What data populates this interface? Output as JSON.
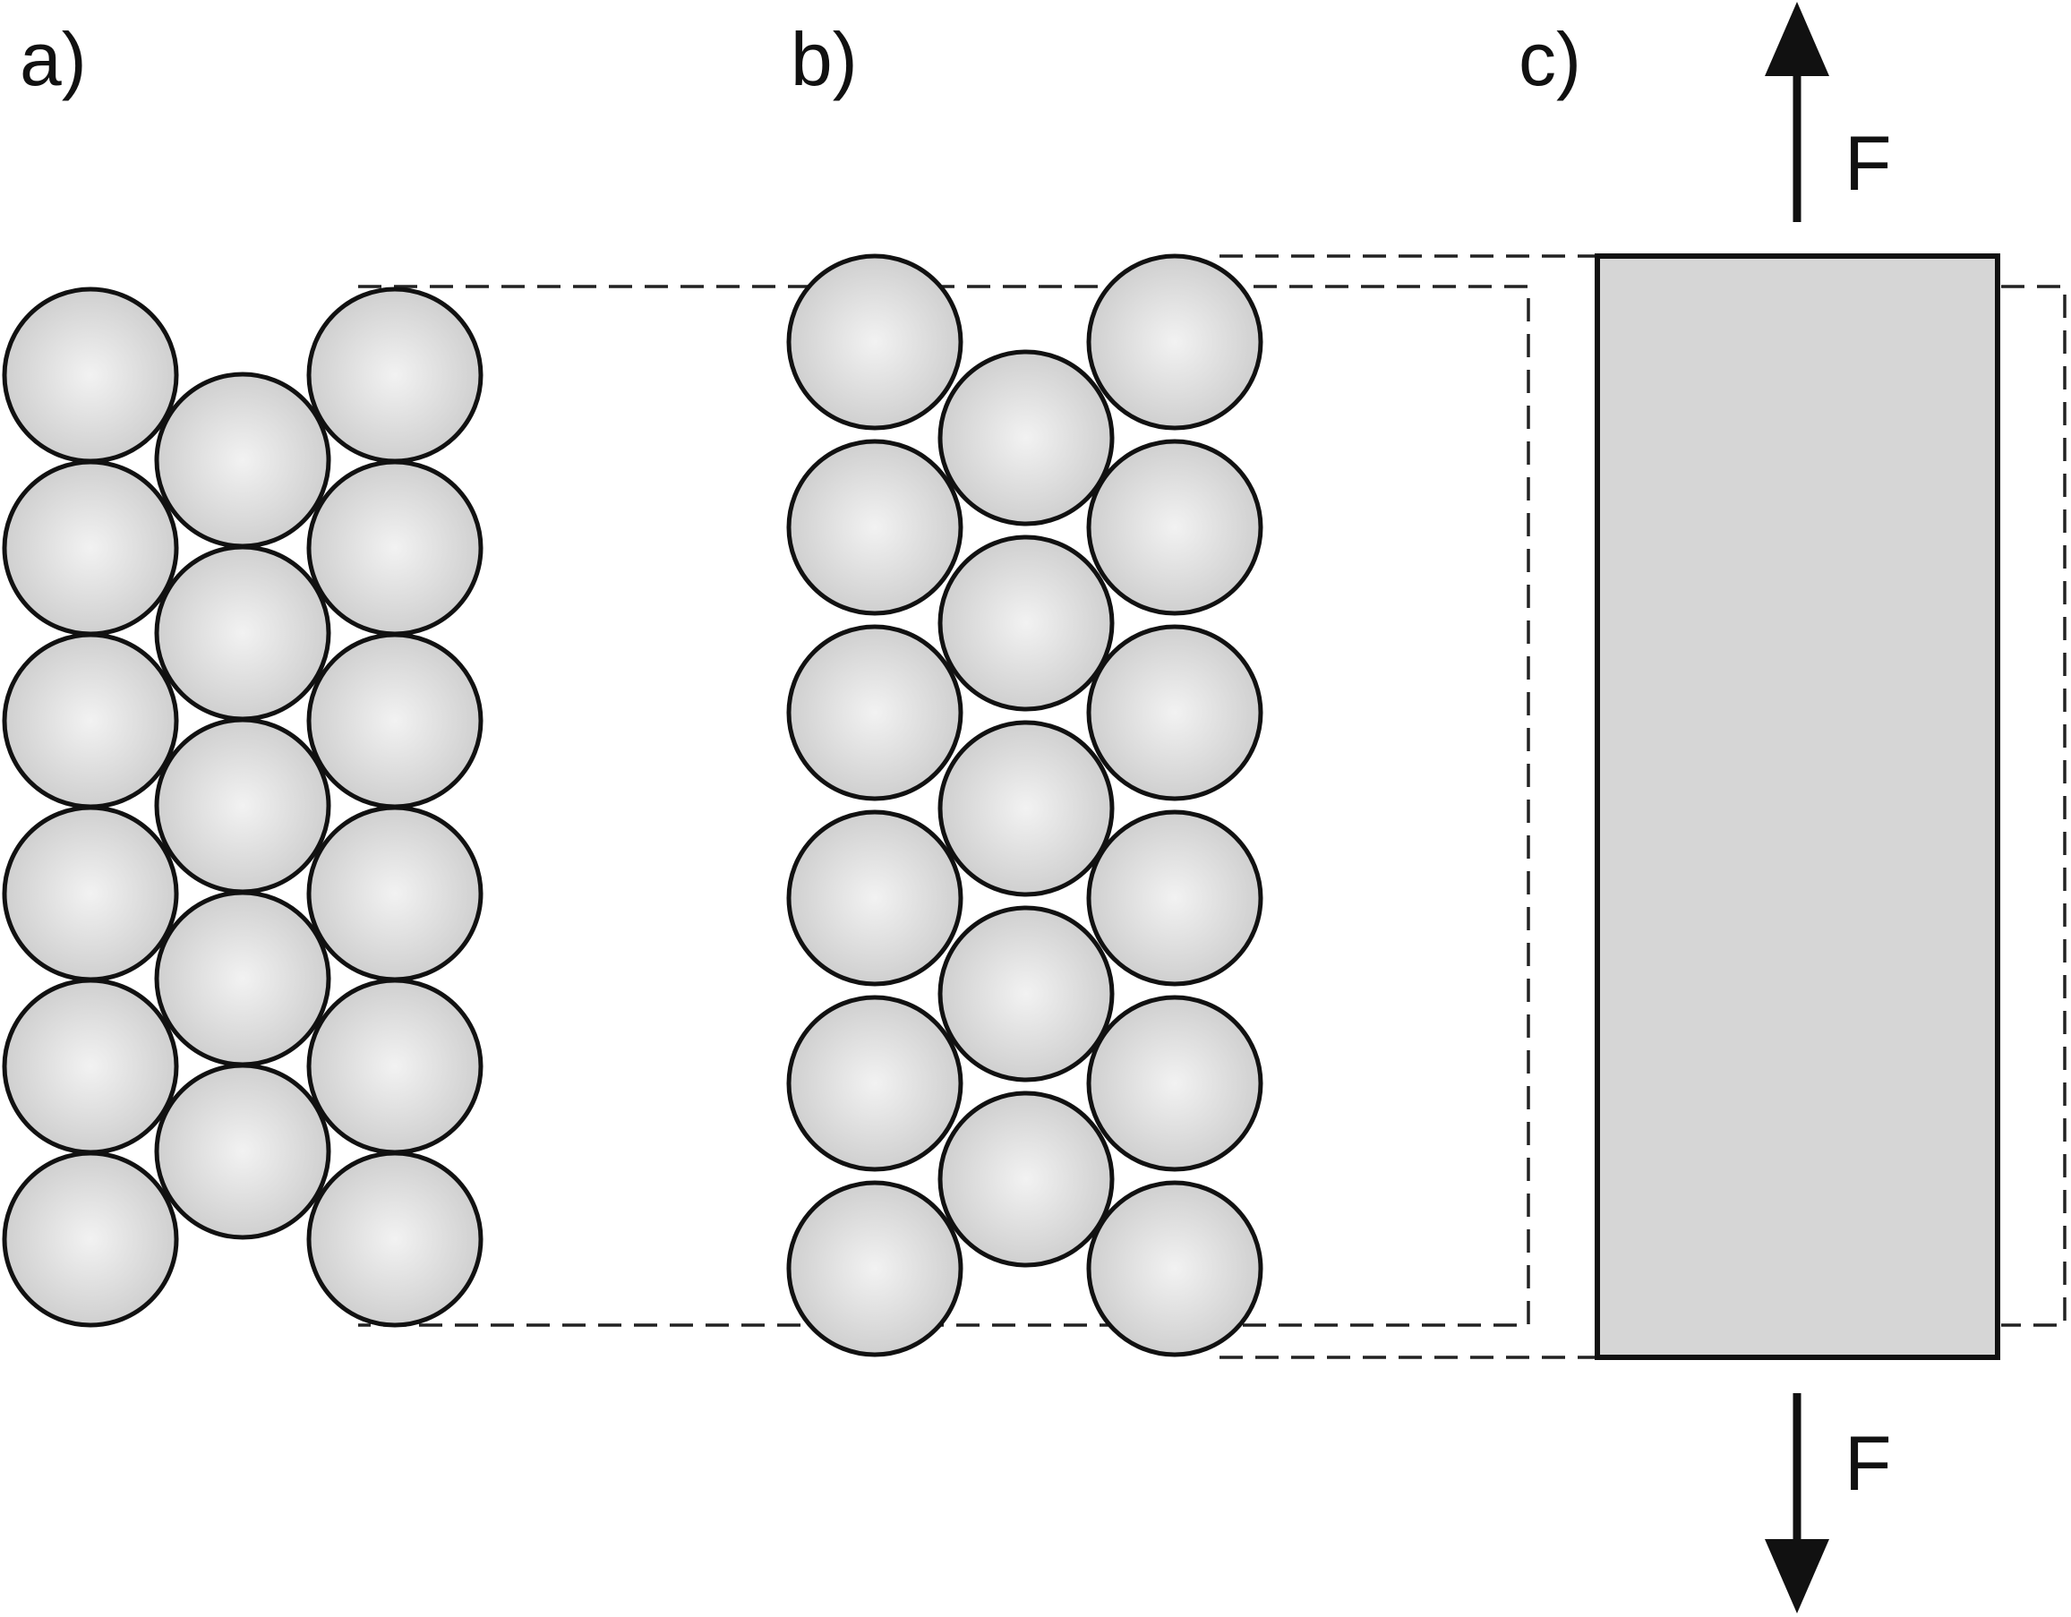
{
  "panels": {
    "a": {
      "label": "a)"
    },
    "b": {
      "label": "b)"
    },
    "c": {
      "label": "c)"
    }
  },
  "forces": {
    "top": {
      "label": "F",
      "direction": "up"
    },
    "bottom": {
      "label": "F",
      "direction": "down"
    }
  },
  "particle_counts": {
    "panel_a": {
      "outer_columns": 2,
      "per_outer_column": 6,
      "inner_column": 5
    },
    "panel_b": {
      "outer_columns": 2,
      "per_outer_column": 6,
      "inner_column": 5
    }
  },
  "colors": {
    "particle_fill": "#d0d0d0",
    "particle_highlight": "#f2f2f2",
    "block_fill": "#d6d6d6",
    "outline": "#111111"
  }
}
